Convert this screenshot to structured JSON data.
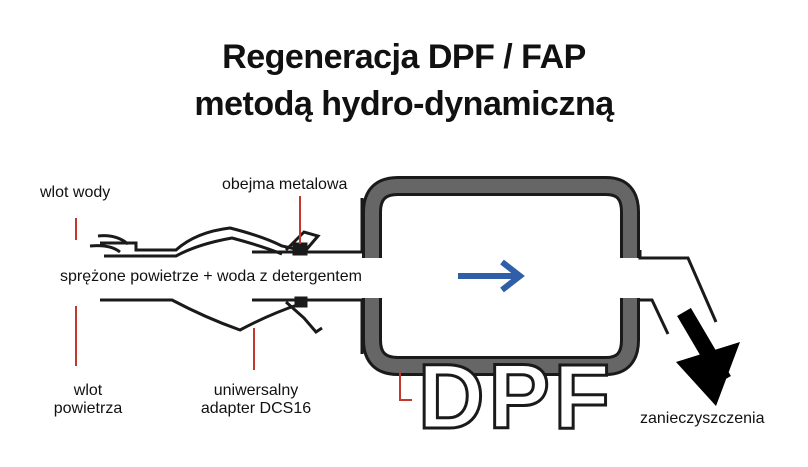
{
  "title": {
    "line1": "Regeneracja DPF / FAP",
    "line2": "metodą hydro-dynamiczną"
  },
  "labels": {
    "water_inlet": "wlot wody",
    "metal_clamp": "obejma metalowa",
    "flow": "sprężone powietrze + woda z detergentem",
    "air_inlet_line1": "wlot",
    "air_inlet_line2": "powietrza",
    "adapter_line1": "uniwersalny",
    "adapter_line2": "adapter DCS16",
    "contaminants": "zanieczyszczenia",
    "dpf_text": "DPF"
  },
  "colors": {
    "leader": "#c0392b",
    "flow_arrow": "#2f5fa8",
    "housing": "#555555",
    "outline": "#1a1a1a"
  }
}
